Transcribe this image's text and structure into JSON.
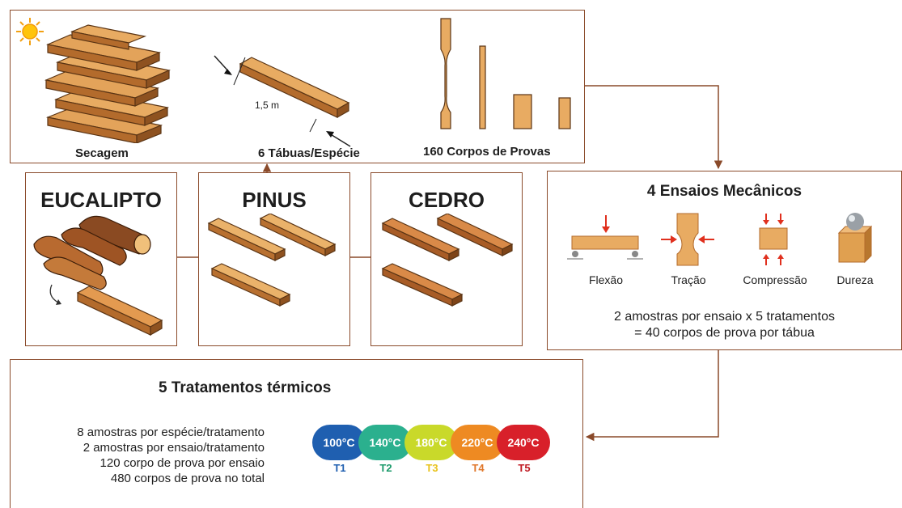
{
  "top_panel": {
    "label_drying": "Secagem",
    "label_boards": "6 Tábuas/Espécie",
    "label_length": "1,5 m",
    "label_specimens": "160 Corpos de Provas"
  },
  "species": [
    {
      "name": "EUCALIPTO"
    },
    {
      "name": "PINUS"
    },
    {
      "name": "CEDRO"
    }
  ],
  "tests_panel": {
    "title": "4 Ensaios Mecânicos",
    "tests": [
      "Flexão",
      "Tração",
      "Compressão",
      "Dureza"
    ],
    "note_line1": "2 amostras por ensaio x 5 tratamentos",
    "note_line2": "= 40 corpos de prova por tábua"
  },
  "treatments_panel": {
    "title": "5 Tratamentos térmicos",
    "lines": [
      "8 amostras por espécie/tratamento",
      "2 amostras por ensaio/tratamento",
      "120 corpo de prova por ensaio",
      "480 corpos de prova no total"
    ],
    "temperatures": [
      {
        "value": "100°C",
        "label": "T1",
        "color": "#1f5fb0",
        "label_color": "#1f5fb0"
      },
      {
        "value": "140°C",
        "label": "T2",
        "color": "#2bb08e",
        "label_color": "#1a9a6a"
      },
      {
        "value": "180°C",
        "label": "T3",
        "color": "#c9d92a",
        "label_color": "#e8c21a"
      },
      {
        "value": "220°C",
        "label": "T4",
        "color": "#ee8a22",
        "label_color": "#e0772a"
      },
      {
        "value": "240°C",
        "label": "T5",
        "color": "#d8202a",
        "label_color": "#c01a22"
      }
    ]
  },
  "colors": {
    "frame": "#8a4a2a",
    "wood_light": "#e3a35a",
    "wood_dark": "#b36b2c",
    "arrow": "#e0301e"
  }
}
